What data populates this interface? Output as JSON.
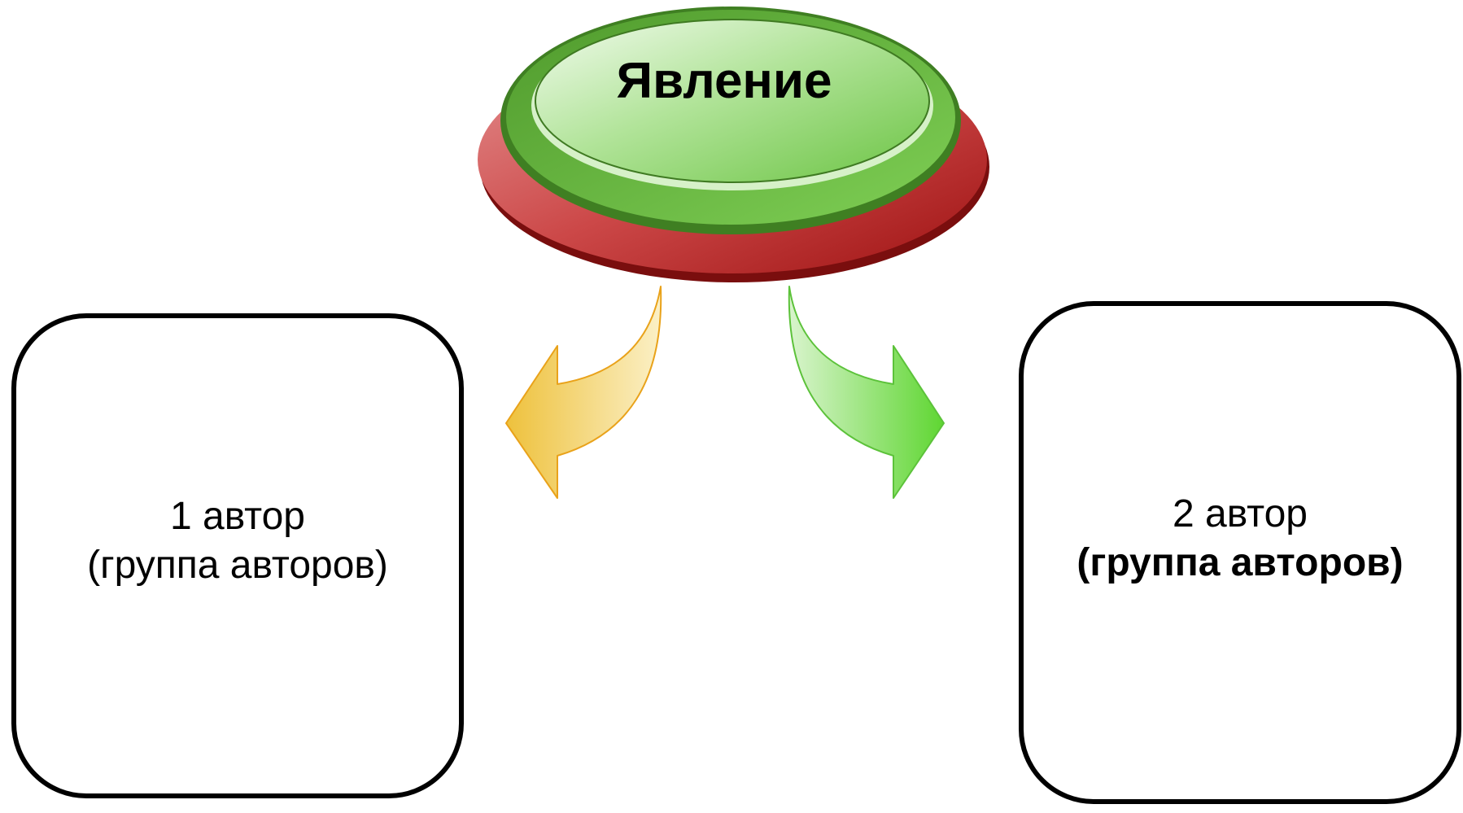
{
  "colors": {
    "disk_top": "#7fcf55",
    "disk_base": "#b82020",
    "arrow_left": "#efc64a",
    "arrow_right": "#69d63d",
    "box_border": "#000000"
  },
  "top_node": {
    "label": "Явление"
  },
  "left_box": {
    "line1": "1 автор",
    "line2": "(группа авторов)"
  },
  "right_box": {
    "line1": "2 автор",
    "line2": "(группа авторов)"
  },
  "arrows": [
    {
      "from": "top_node",
      "to": "left_box",
      "icon": "curved-arrow-left-icon"
    },
    {
      "from": "top_node",
      "to": "right_box",
      "icon": "curved-arrow-right-icon"
    }
  ]
}
